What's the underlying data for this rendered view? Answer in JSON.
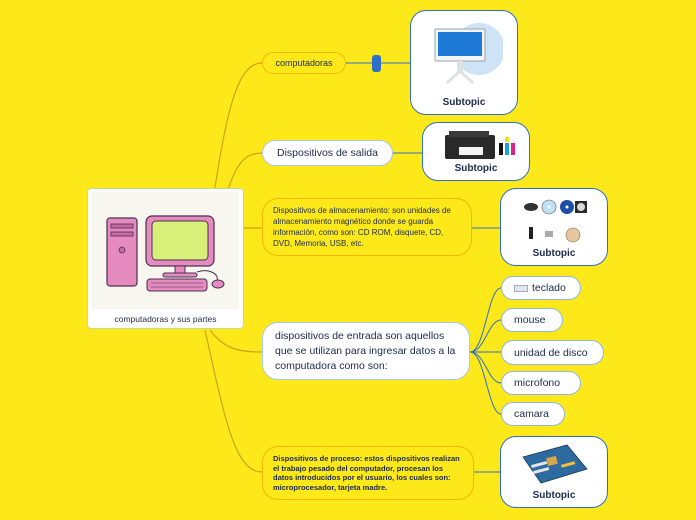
{
  "central": {
    "label": "computadoras y sus partes",
    "image_icon": "computer-illustration-icon"
  },
  "branches": {
    "computadoras": "computadoras",
    "salida": "Dispositivos de salida",
    "almacenamiento": "Dispositivos de almacenamiento: son unidades de almacenamiento magnético donde se guarda información, como son: CD ROM, disquete, CD, DVD, Memoria, USB, etc.",
    "entrada": "dispositivos de entrada son aquellos que se utilizan para ingresar datos a la computadora como son:",
    "proceso": "Dispositivos de proceso: estos dispositivos realizan el trabajo pesado del computador, procesan los datos introducidos por el usuario, los cuales son: microprocesador, tarjeta madre."
  },
  "subtopics": {
    "computadoras": "Subtopic",
    "salida": "Subtopic",
    "almacenamiento": "Subtopic",
    "proceso": "Subtopic"
  },
  "input_devices": [
    "teclado",
    "mouse",
    "unidad de disco",
    "microfono",
    "camara"
  ],
  "colors": {
    "background": "#fde81a",
    "branch_line": "#d4a017",
    "card_border": "#2e6fc7",
    "text": "#1b2a4a"
  }
}
